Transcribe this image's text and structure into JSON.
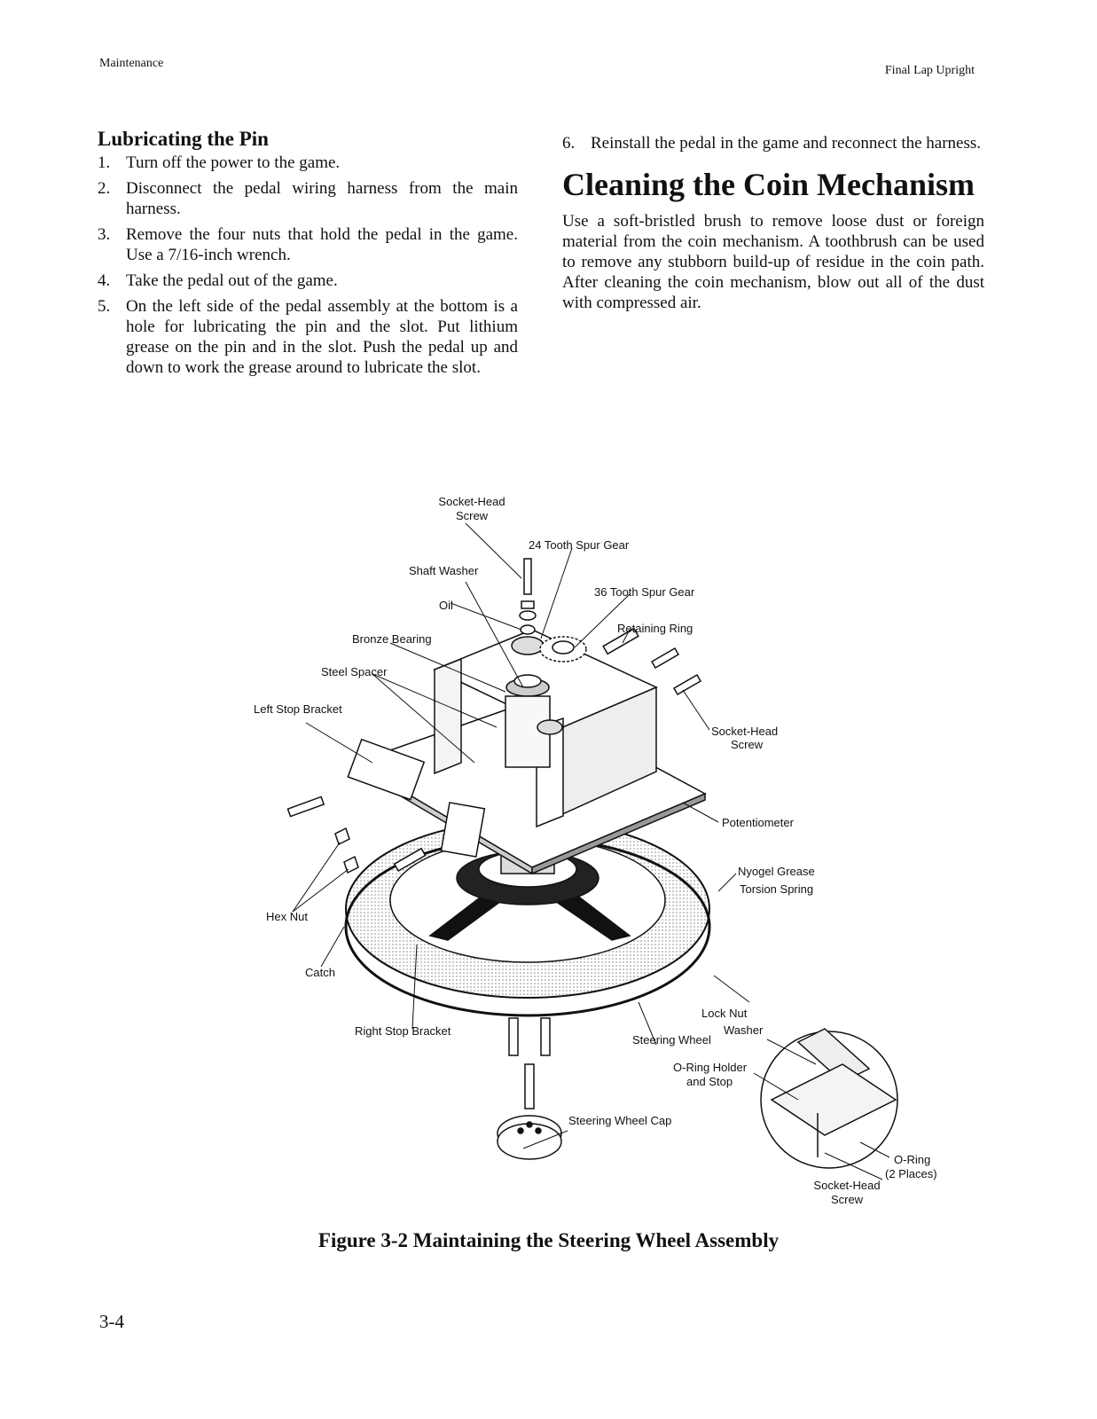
{
  "header": {
    "left": "Maintenance",
    "right": "Final Lap Upright"
  },
  "lubricating": {
    "title": "Lubricating the Pin",
    "steps": [
      {
        "num": "1.",
        "text": "Turn off the power to the game."
      },
      {
        "num": "2.",
        "text": "Disconnect the pedal wiring harness from the main harness."
      },
      {
        "num": "3.",
        "text": "Remove the four nuts that hold the pedal in the game. Use a 7/16-inch wrench."
      },
      {
        "num": "4.",
        "text": "Take the pedal out of the game."
      },
      {
        "num": "5.",
        "text": "On the left side of the pedal assembly at the bottom is a hole for lubricating the pin and the slot. Put lithium grease on the pin and in the slot. Push the pedal up and down to work the grease around to lubricate the slot."
      },
      {
        "num": "6.",
        "text": "Reinstall the pedal in the game and reconnect the harness."
      }
    ]
  },
  "cleaning": {
    "title": "Cleaning the Coin Mechanism",
    "body": "Use a soft-bristled brush to remove loose dust or foreign material from the coin mechanism. A toothbrush can be used to remove any stubborn build-up of residue in the coin path. After cleaning the coin mechanism, blow out all of the dust with compressed air."
  },
  "figure": {
    "labels": {
      "socket_head_screw_top_1": "Socket-Head",
      "socket_head_screw_top_2": "Screw",
      "spur_gear_24": "24 Tooth Spur Gear",
      "shaft_washer": "Shaft Washer",
      "spur_gear_36": "36 Tooth Spur Gear",
      "oil": "Oil",
      "retaining_ring": "Retaining Ring",
      "bronze_bearing": "Bronze Bearing",
      "steel_spacer": "Steel Spacer",
      "left_stop_bracket": "Left Stop Bracket",
      "socket_head_screw_right_1": "Socket-Head",
      "socket_head_screw_right_2": "Screw",
      "potentiometer": "Potentiometer",
      "nyogel_grease": "Nyogel Grease",
      "torsion_spring": "Torsion Spring",
      "hex_nut": "Hex Nut",
      "catch": "Catch",
      "right_stop_bracket": "Right Stop Bracket",
      "lock_nut": "Lock Nut",
      "washer": "Washer",
      "steering_wheel": "Steering Wheel",
      "oring_holder_1": "O-Ring Holder",
      "oring_holder_2": "and Stop",
      "steering_wheel_cap": "Steering Wheel Cap",
      "oring_1": "O-Ring",
      "oring_2": "(2 Places)",
      "socket_head_screw_bottom_1": "Socket-Head",
      "socket_head_screw_bottom_2": "Screw"
    },
    "caption": "Figure 3-2 Maintaining the Steering Wheel Assembly"
  },
  "page_number": "3-4"
}
